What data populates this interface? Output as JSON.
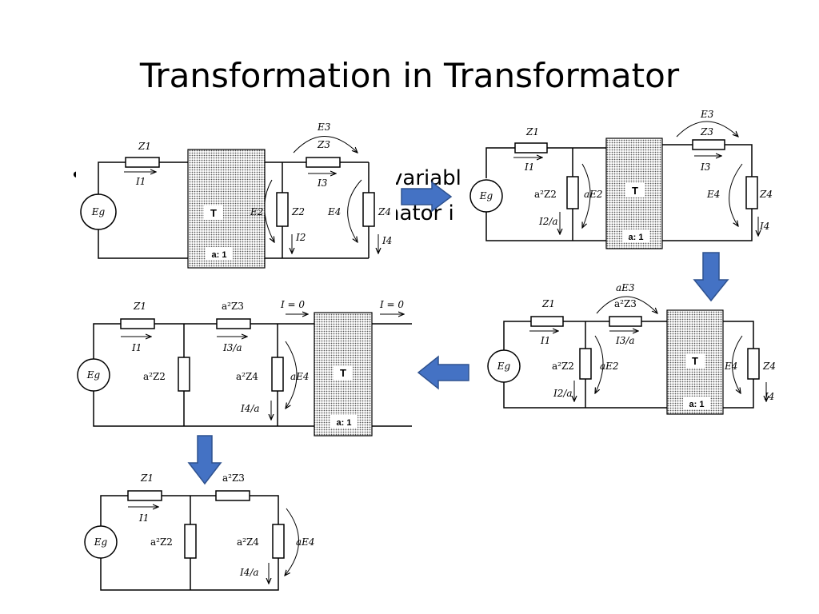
{
  "title": "Transformation in Transformator",
  "bullet": {
    "symbol": "•",
    "line1_fragment": "variabl",
    "line2_fragment": "nator i"
  },
  "colors": {
    "arrow": "#4472C4",
    "arrow_stroke": "#2F528F",
    "core": "#c8c8c8"
  },
  "diagrams": {
    "d1": {
      "source": "Eg",
      "z1": "Z1",
      "i1": "I1",
      "transformer": "T",
      "ratio": "a: 1",
      "e2": "E2",
      "z2": "Z2",
      "i2": "I2",
      "e3": "E3",
      "z3": "Z3",
      "i3": "I3",
      "e4": "E4",
      "z4": "Z4",
      "i4": "I4"
    },
    "d2": {
      "source": "Eg",
      "z1": "Z1",
      "i1": "I1",
      "z2": "a²Z2",
      "i2": "I2/a",
      "e2": "aE2",
      "transformer": "T",
      "ratio": "a: 1",
      "e3": "E3",
      "z3": "Z3",
      "i3": "I3",
      "e4": "E4",
      "z4": "Z4",
      "i4": "I4"
    },
    "d3": {
      "source": "Eg",
      "z1": "Z1",
      "i1": "I1",
      "z2": "a²Z2",
      "i2": "I2/a",
      "e2": "aE2",
      "e3": "aE3",
      "z3": "a²Z3",
      "i3": "I3/a",
      "transformer": "T",
      "ratio": "a: 1",
      "e4": "E4",
      "z4": "Z4",
      "i4": "I4"
    },
    "d4": {
      "source": "Eg",
      "z1": "Z1",
      "i1": "I1",
      "z2": "a²Z2",
      "z3": "a²Z3",
      "i3": "I3/a",
      "z4": "a²Z4",
      "i4": "I4/a",
      "e4": "aE4",
      "transformer": "T",
      "ratio": "a: 1",
      "i_a": "I = 0",
      "i_b": "I = 0"
    },
    "d5": {
      "source": "Eg",
      "z1": "Z1",
      "i1": "I1",
      "z2": "a²Z2",
      "z3": "a²Z3",
      "z4": "a²Z4",
      "i4": "I4/a",
      "e4": "aE4"
    }
  }
}
